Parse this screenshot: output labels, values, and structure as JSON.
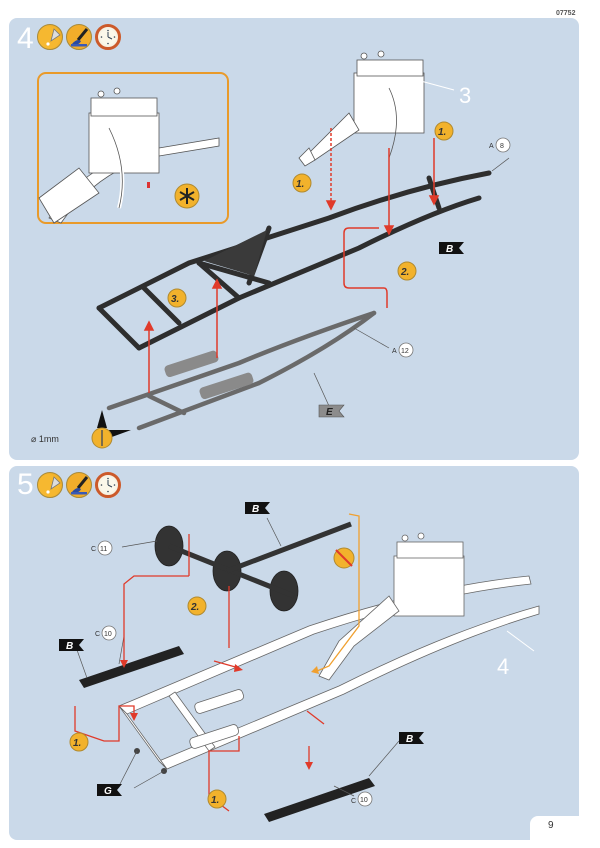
{
  "page": {
    "code": "07752",
    "page_number": "9",
    "accent_orange": "#f0a020",
    "arrow_red": "#e03a2a",
    "panel_blue": "#cad9e9"
  },
  "step4": {
    "number": "4",
    "icons": [
      "glue-icon",
      "paint-brush-icon",
      "clock-icon"
    ],
    "inset_icon": "asterisk-detail-icon",
    "callouts": {
      "sub_assembly": "3",
      "part_a8_sprue": "A",
      "part_a8_num": "8",
      "part_a12_sprue": "A",
      "part_a12_num": "12",
      "color_b": "B",
      "color_e": "E",
      "step_1a": "1.",
      "step_1b": "1.",
      "step_2": "2.",
      "step_3": "3."
    },
    "drill": {
      "label": "⌀ 1mm",
      "icon": "drill-icon"
    }
  },
  "step5": {
    "number": "5",
    "icons": [
      "glue-icon",
      "paint-brush-icon",
      "clock-icon"
    ],
    "callouts": {
      "sub_assembly": "4",
      "part_c11_sprue": "C",
      "part_c11_num": "11",
      "part_c10a_sprue": "C",
      "part_c10a_num": "10",
      "part_c10b_sprue": "C",
      "part_c10b_num": "10",
      "color_b_axle": "B",
      "color_b_spring_left": "B",
      "color_b_spring_right": "B",
      "color_g": "G",
      "step_2": "2.",
      "step_1a": "1.",
      "step_1b": "1."
    },
    "no_glue_icon": "no-glue-icon"
  }
}
